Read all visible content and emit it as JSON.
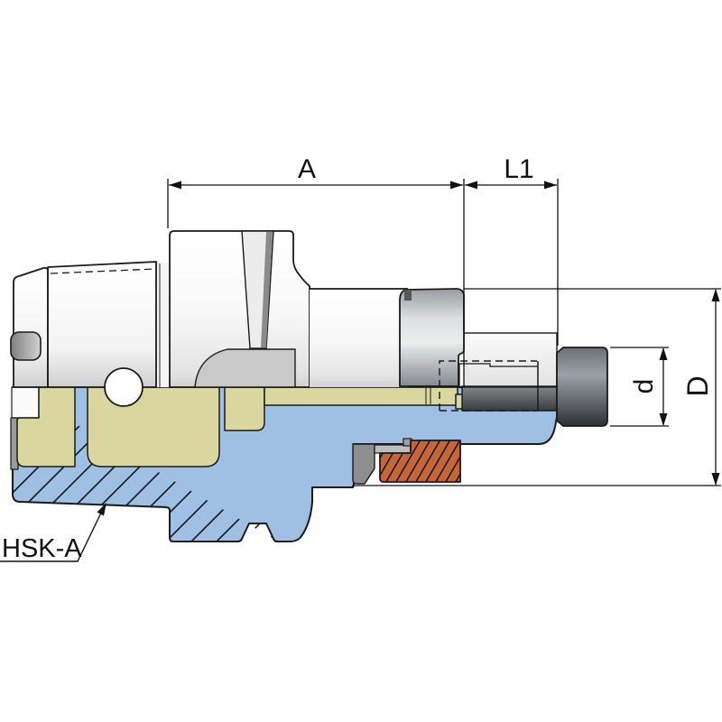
{
  "drawing": {
    "type": "technical-section-drawing",
    "subject": "HSK-A collet chuck tool holder, half external view / half cross-section",
    "labels": {
      "dim_projection": "A",
      "dim_nose": "L1",
      "dim_small_diameter": "d",
      "dim_body_diameter": "D",
      "interface_name": "HSK-A"
    },
    "colors": {
      "body_section": "#9fc0e2",
      "cavity": "#d9d6a0",
      "nut_section": "#c4663a",
      "outline": "#1a1a1a",
      "dim_line": "#111111"
    }
  }
}
